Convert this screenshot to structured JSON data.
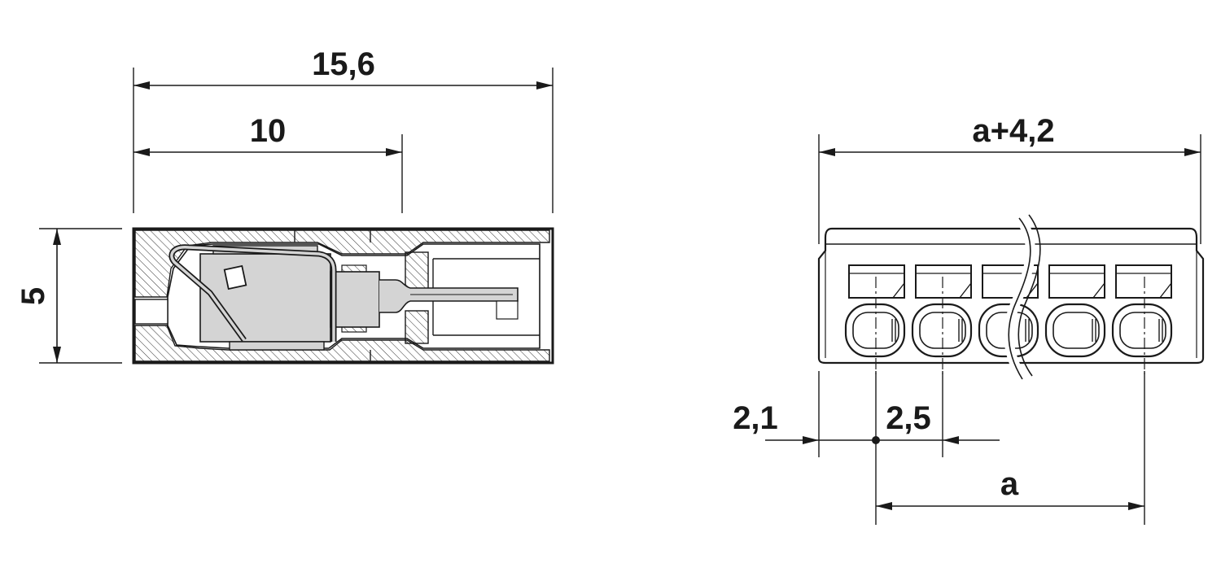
{
  "drawing": {
    "side_view": {
      "overall_length": "15,6",
      "pin_length": "10",
      "height": "5"
    },
    "front_view": {
      "overall_width": "a+4,2",
      "edge_offset": "2,1",
      "pitch": "2,5",
      "span": "a",
      "positions": 5
    },
    "colors": {
      "line": "#1a1a1a",
      "fill_gray": "#d4d4d4",
      "background": "#ffffff"
    }
  }
}
